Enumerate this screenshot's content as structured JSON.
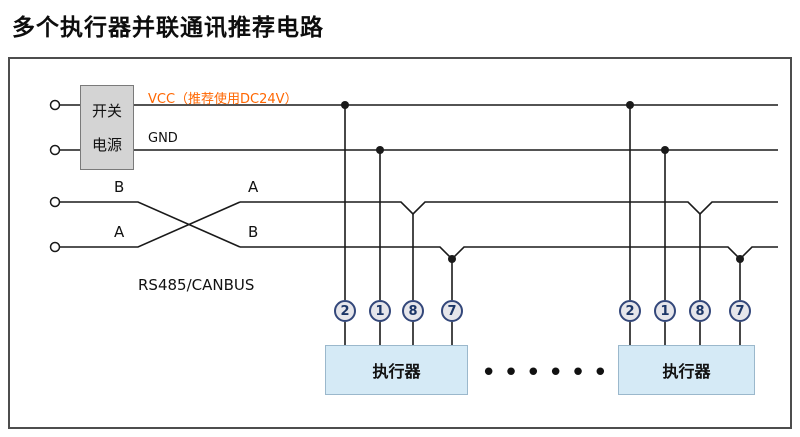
{
  "title": "多个执行器并联通讯推荐电路",
  "power_supply": {
    "line1": "开关",
    "line2": "电源"
  },
  "wires": {
    "vcc_label": "VCC（推荐使用DC24V）",
    "gnd_label": "GND",
    "left_top_label": "B",
    "left_bottom_label": "A",
    "right_top_label": "A",
    "right_bottom_label": "B",
    "bus_label": "RS485/CANBUS"
  },
  "terminal_groups": [
    {
      "terminals": [
        "2",
        "1",
        "8",
        "7"
      ],
      "actuator_label": "执行器"
    },
    {
      "terminals": [
        "2",
        "1",
        "8",
        "7"
      ],
      "actuator_label": "执行器"
    }
  ],
  "separator": "••••••",
  "colors": {
    "vcc_text": "#ff6600",
    "wire": "#1a1a1a",
    "actuator_fill": "#d5eaf6",
    "terminal_ring": "#33477a"
  }
}
